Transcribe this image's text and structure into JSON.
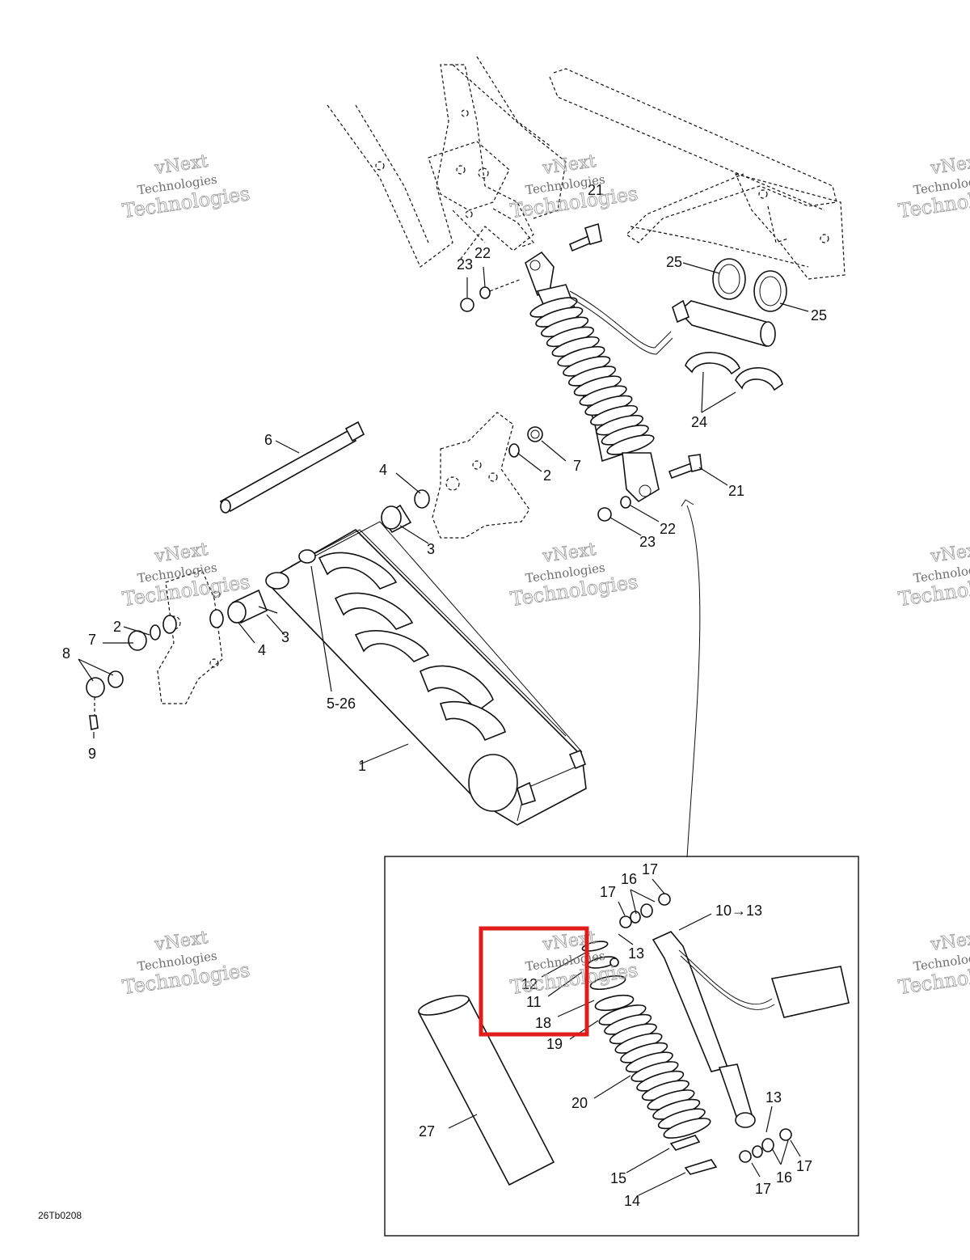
{
  "document_code": "26Tb0208",
  "watermark": {
    "line1": "vNext",
    "line2": "Technologies"
  },
  "callouts": [
    {
      "id": "c1",
      "text": "1"
    },
    {
      "id": "c2a",
      "text": "2"
    },
    {
      "id": "c2b",
      "text": "2"
    },
    {
      "id": "c3a",
      "text": "3"
    },
    {
      "id": "c3b",
      "text": "3"
    },
    {
      "id": "c4a",
      "text": "4"
    },
    {
      "id": "c4b",
      "text": "4"
    },
    {
      "id": "c5",
      "text": "5-26"
    },
    {
      "id": "c6",
      "text": "6"
    },
    {
      "id": "c7a",
      "text": "7"
    },
    {
      "id": "c7b",
      "text": "7"
    },
    {
      "id": "c8",
      "text": "8"
    },
    {
      "id": "c9",
      "text": "9"
    },
    {
      "id": "c10",
      "text": "10→13"
    },
    {
      "id": "c11",
      "text": "11"
    },
    {
      "id": "c12",
      "text": "12"
    },
    {
      "id": "c13a",
      "text": "13"
    },
    {
      "id": "c13b",
      "text": "13"
    },
    {
      "id": "c14",
      "text": "14"
    },
    {
      "id": "c15",
      "text": "15"
    },
    {
      "id": "c16a",
      "text": "16"
    },
    {
      "id": "c16b",
      "text": "16"
    },
    {
      "id": "c17a",
      "text": "17"
    },
    {
      "id": "c17b",
      "text": "17"
    },
    {
      "id": "c17c",
      "text": "17"
    },
    {
      "id": "c17d",
      "text": "17"
    },
    {
      "id": "c18",
      "text": "18"
    },
    {
      "id": "c19",
      "text": "19"
    },
    {
      "id": "c20",
      "text": "20"
    },
    {
      "id": "c21a",
      "text": "21"
    },
    {
      "id": "c21b",
      "text": "21"
    },
    {
      "id": "c22a",
      "text": "22"
    },
    {
      "id": "c22b",
      "text": "22"
    },
    {
      "id": "c23a",
      "text": "23"
    },
    {
      "id": "c23b",
      "text": "23"
    },
    {
      "id": "c24",
      "text": "24"
    },
    {
      "id": "c25a",
      "text": "25"
    },
    {
      "id": "c25b",
      "text": "25"
    },
    {
      "id": "c27",
      "text": "27"
    }
  ],
  "highlight_color": "#e21b1b"
}
